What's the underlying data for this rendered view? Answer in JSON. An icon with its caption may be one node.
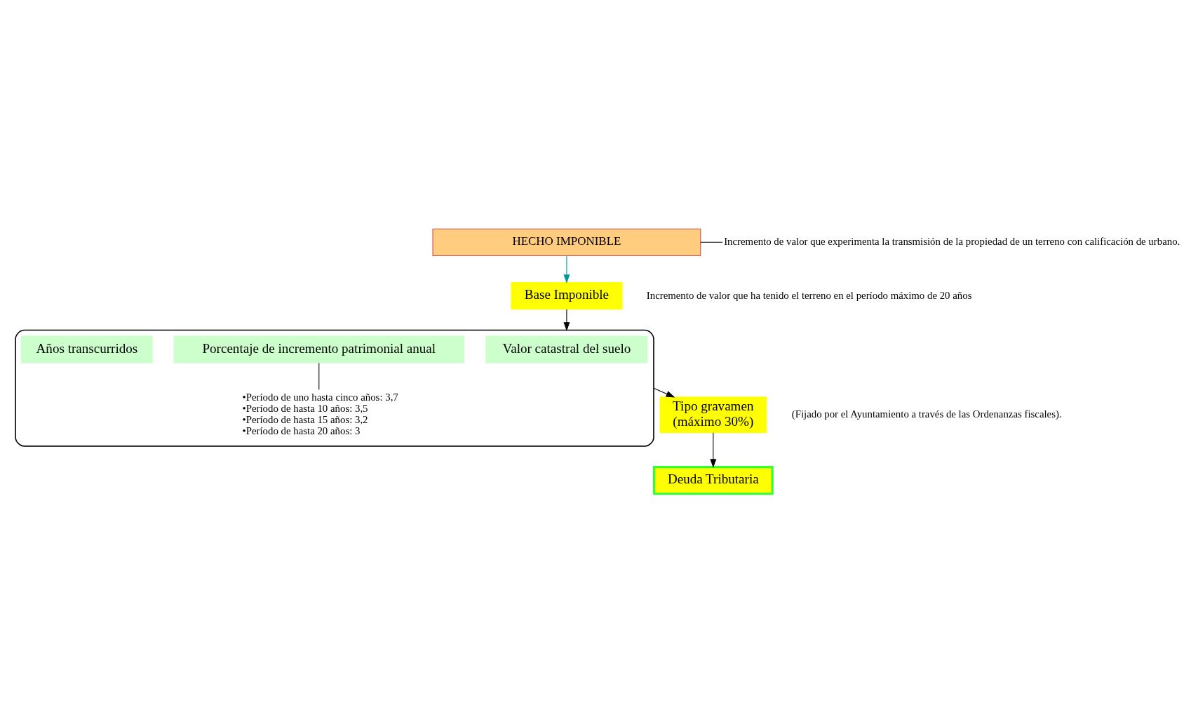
{
  "diagram": {
    "nodes": [
      {
        "text": [
          "HECHO IMPONIBLE"
        ]
      },
      {
        "text": [
          "Incremento de valor que experimenta la transmisión de la propiedad de un terreno con calificación de urbano."
        ]
      },
      {
        "text": [
          "Base Imponible"
        ],
        "beside": [
          "Incremento de valor que ha tenido el terreno en el período máximo de 20 años"
        ]
      },
      {
        "text": [],
        "shape": "box"
      },
      {
        "text": [
          "Valor catastral del suelo"
        ],
        "in": 3
      },
      {
        "text": [
          "Porcentaje de incremento patrimonial anual"
        ],
        "in": 3
      },
      {
        "text": [
          "Años transcurridos"
        ],
        "in": 3
      },
      {
        "text": [
          "•Período de uno hasta cinco años: 3,7",
          "•Período de hasta 10 años: 3,5",
          "•Período de hasta 15 años: 3,2",
          "•Período de hasta 20 años: 3"
        ],
        "in": 3
      },
      {
        "text": [
          "Tipo gravamen",
          "(máximo 30%)"
        ],
        "beside": [
          "(Fijado por el Ayuntamiento a través de las Ordenanzas fiscales)."
        ]
      },
      {
        "text": [
          "Deuda Tributaria"
        ]
      }
    ],
    "edges": [
      {
        "from": 0,
        "to": 1,
        "arrow": "none"
      },
      {
        "from": 0,
        "to": 2,
        "arrow": "to",
        "color": "#009999"
      },
      {
        "from": 2,
        "to": 3,
        "arrow": "to"
      },
      {
        "from": 5,
        "to": 7,
        "arrow": "none"
      },
      {
        "from": 3,
        "to": 8,
        "arrow": "to"
      },
      {
        "from": 8,
        "to": 9,
        "arrow": "to"
      }
    ]
  }
}
